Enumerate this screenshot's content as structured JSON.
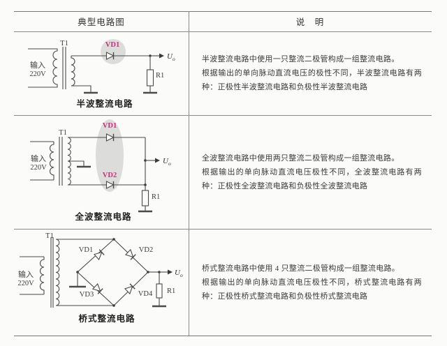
{
  "header": {
    "col1": "典型电路图",
    "col2": "说　明"
  },
  "rows": [
    {
      "caption": "半波整流电路",
      "desc1": "半波整流电路中使用一只整流二极管构成一组整流电路。",
      "desc2": "根据输出的单向脉动直流电压的极性不同，半波整流电路有两种：正极性半波整流电路和负极性半波整流电路"
    },
    {
      "caption": "全波整流电路",
      "desc1": "全波整流电路中使用两只整流二极管构成一组整流电路。",
      "desc2": "根据输出的单向脉动直流电压极性不同，全波整流电路有两种：正极性全波整流电路和负极性全波整流电路"
    },
    {
      "caption": "桥式整流电路",
      "desc1": "桥式整流电路中使用 4 只整流二极管构成一组整流电路。",
      "desc2": "根据输出的单向脉动直流电压极性不同，桥式整流电路有两种：正极性桥式整流电路和负极性桥式整流电路"
    }
  ],
  "labels": {
    "input_line1": "输入",
    "input_line2": "220V",
    "transformer": "T1",
    "resistor": "R1",
    "output_u": "U",
    "output_sub": "o",
    "vd1": "VD1",
    "vd2": "VD2",
    "vd3": "VD3",
    "vd4": "VD4"
  },
  "colors": {
    "diode_label": "#c4327e",
    "highlight": "#d6d6d6",
    "circuit_line": "#4a4a4a",
    "table_rule": "#7a7a7a",
    "background": "#fbfbf9"
  }
}
